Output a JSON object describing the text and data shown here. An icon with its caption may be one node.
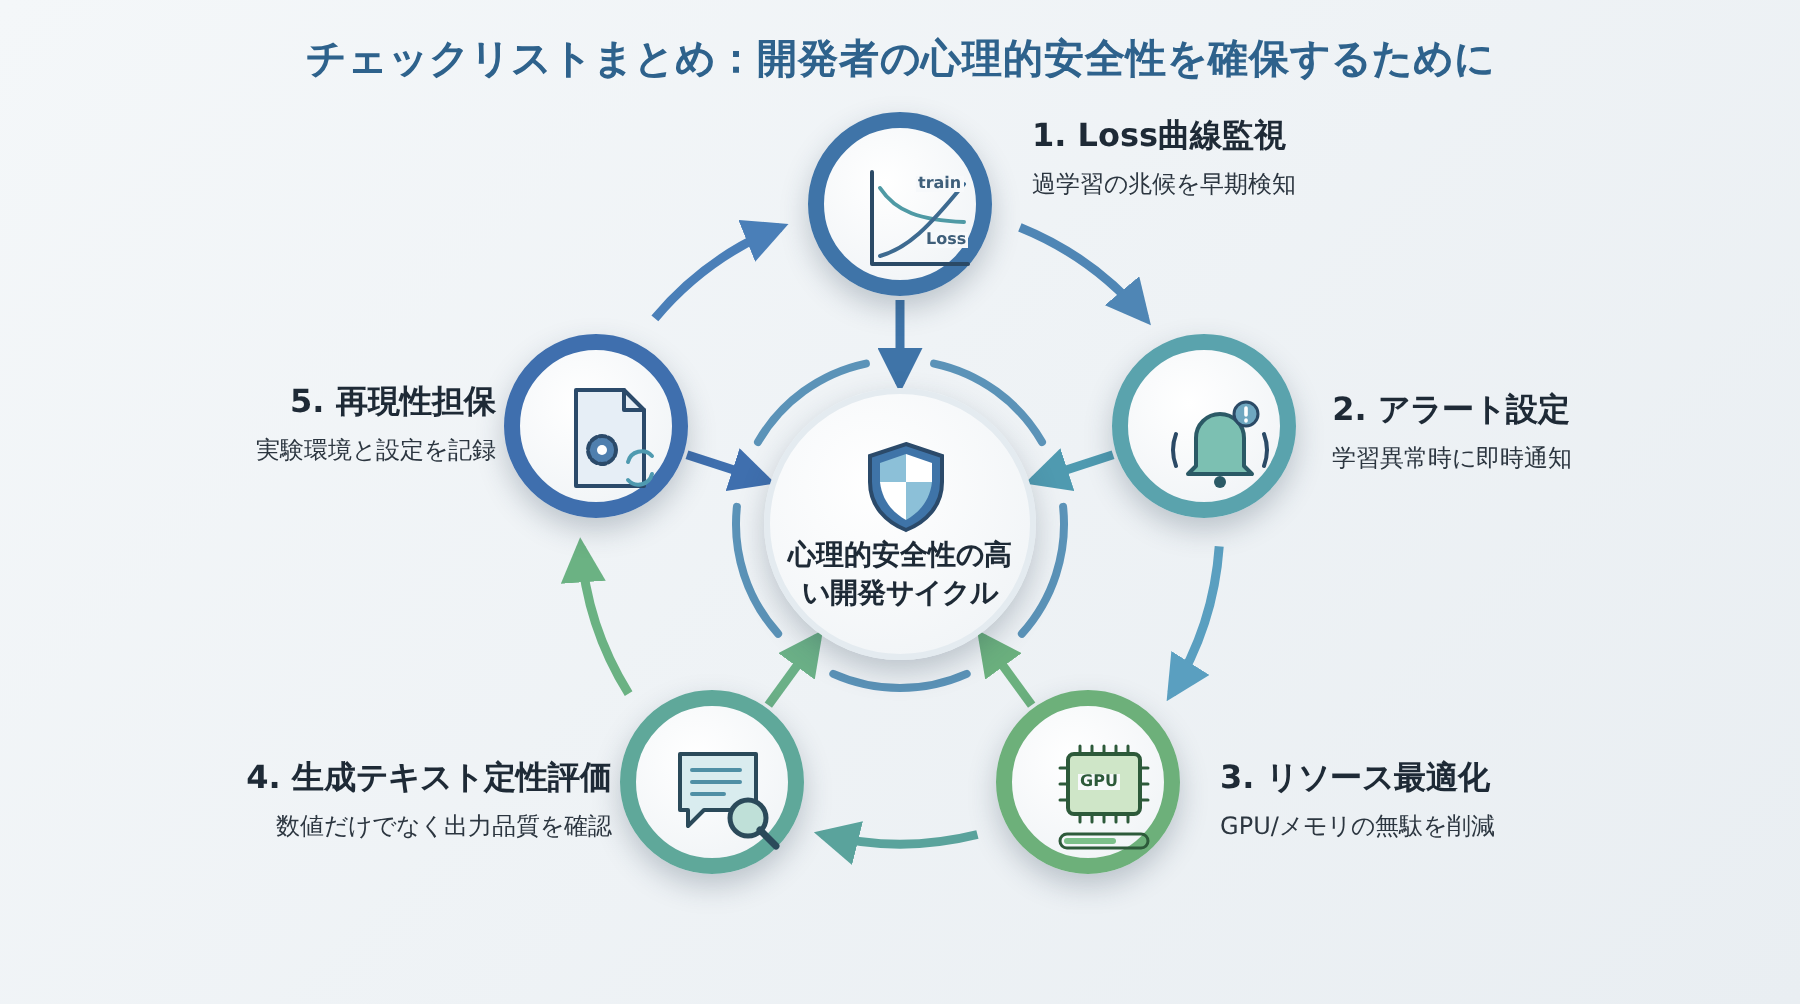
{
  "diagram": {
    "title": "チェックリストまとめ：開発者の心理的安全性を確保するために",
    "nodes": [
      {
        "text": [
          "心理的安全性の高い開発サイクル"
        ]
      },
      {
        "text": [
          "1. Loss曲線監視",
          "過学習の兆候を早期検知"
        ]
      },
      {
        "text": [
          "2. アラート設定",
          "学習異常時に即時通知"
        ]
      },
      {
        "text": [
          "3. リソース最適化",
          "GPU/メモリの無駄を削減"
        ]
      },
      {
        "text": [
          "4. 生成テキスト定性評価",
          "数値だけでなく出力品質を確認"
        ]
      },
      {
        "text": [
          "5. 再現性担保",
          "実験環境と設定を記録"
        ]
      }
    ],
    "edges": [
      {
        "from": 1,
        "to": 2,
        "arrow": "to",
        "color": "#4f86b5"
      },
      {
        "from": 2,
        "to": 3,
        "arrow": "to",
        "color": "#5a9fc0"
      },
      {
        "from": 3,
        "to": 4,
        "arrow": "to",
        "color": "#5aa39c"
      },
      {
        "from": 4,
        "to": 5,
        "arrow": "to",
        "color": "#6bb283"
      },
      {
        "from": 5,
        "to": 1,
        "arrow": "to",
        "color": "#4a7fb8"
      },
      {
        "from": 1,
        "to": 0,
        "arrow": "to",
        "color": "#3f74a8"
      },
      {
        "from": 2,
        "to": 0,
        "arrow": "to",
        "color": "#4f9ab0"
      },
      {
        "from": 3,
        "to": 0,
        "arrow": "to",
        "color": "#6bb07e"
      },
      {
        "from": 4,
        "to": 0,
        "arrow": "to",
        "color": "#6bb087"
      },
      {
        "from": 5,
        "to": 0,
        "arrow": "to",
        "color": "#3f6fae"
      }
    ],
    "labels": [
      "train",
      "Loss",
      "GPU"
    ]
  }
}
